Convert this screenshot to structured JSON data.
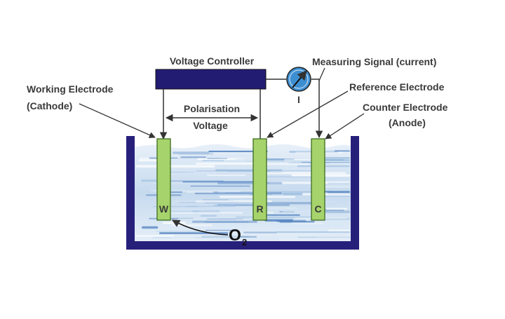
{
  "title": "",
  "labels": {
    "voltage_controller": "Voltage Controller",
    "measuring_signal": "Measuring Signal (current)",
    "meter_symbol": "I",
    "working_electrode": "Working Electrode",
    "working_electrode_sub": "(Cathode)",
    "reference_electrode": "Reference Electrode",
    "counter_electrode": "Counter Electrode",
    "counter_electrode_sub": "(Anode)",
    "polarisation": "Polarisation",
    "voltage": "Voltage",
    "oxygen": "O",
    "oxygen_sub": "2"
  },
  "electrodes": [
    {
      "id": "working",
      "letter": "W"
    },
    {
      "id": "reference",
      "letter": "R"
    },
    {
      "id": "counter",
      "letter": "C"
    }
  ],
  "colors": {
    "tank": "#27207a",
    "controller": "#231c73",
    "electrode_fill": "#a6d36b",
    "electrode_stroke": "#3d6b1f",
    "water_light": "#dbe8f5",
    "water_mid": "#9fbfe0",
    "water_dark": "#4f7fbe",
    "meter_fill": "#3e8fd2",
    "line": "#333333"
  }
}
